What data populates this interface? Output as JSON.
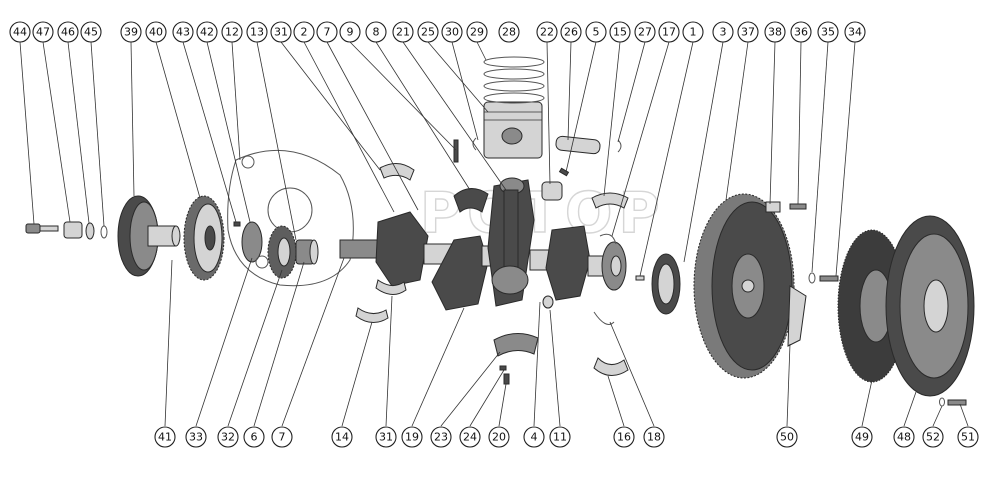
{
  "watermark": "РОТОР",
  "callouts_top": [
    "44",
    "47",
    "46",
    "45",
    "39",
    "40",
    "43",
    "42",
    "12",
    "13",
    "31",
    "2",
    "7",
    "9",
    "8",
    "21",
    "25",
    "30",
    "29",
    "28",
    "22",
    "26",
    "5",
    "15",
    "27",
    "17",
    "1",
    "3",
    "37",
    "38",
    "36",
    "35",
    "34"
  ],
  "callouts_bottom": [
    "41",
    "33",
    "32",
    "6",
    "7",
    "14",
    "31",
    "19",
    "23",
    "24",
    "20",
    "4",
    "11",
    "16",
    "18",
    "50",
    "49",
    "48",
    "52",
    "51"
  ]
}
